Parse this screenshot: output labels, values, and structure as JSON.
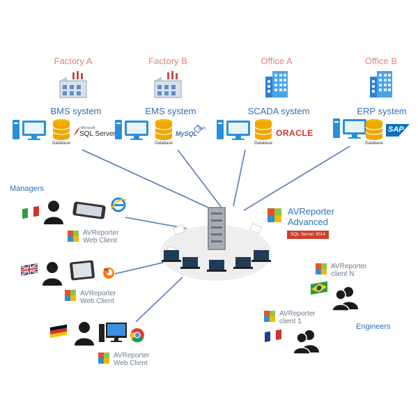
{
  "sites": [
    {
      "name": "Factory A",
      "system": "BMS system",
      "db_label": "Database",
      "brand": "SQL Server",
      "brand_sub": "Microsoft"
    },
    {
      "name": "Factory B",
      "system": "EMS system",
      "db_label": "Database",
      "brand": "MySQL",
      "brand_sub": "Sun"
    },
    {
      "name": "Office A",
      "system": "SCADA system",
      "db_label": "Database",
      "brand": "ORACLE"
    },
    {
      "name": "Office B",
      "system": "ERP system",
      "db_label": "Database",
      "brand": "SAP"
    }
  ],
  "center": {
    "product_line1": "AVReporter",
    "product_line2": "Advanced",
    "badge": "SQL Server 2014"
  },
  "managers": {
    "label": "Managers",
    "clients": [
      {
        "line1": "AVReporter",
        "line2": "Web Client"
      },
      {
        "line1": "AVReporter",
        "line2": "Web Client"
      },
      {
        "line1": "AVReporter",
        "line2": "Web Client"
      }
    ]
  },
  "engineers": {
    "label": "Engineers",
    "clients": [
      {
        "line1": "AVReporter",
        "line2": "client N"
      },
      {
        "line1": "AVReporter",
        "line2": "client 1"
      }
    ]
  },
  "colors": {
    "site_name": "#e0837c",
    "system_name": "#2f6fb8",
    "connector": "#4a6fb0",
    "oracle_red": "#d32f2f",
    "sap_blue": "#0a72c2"
  },
  "icons": [
    "factory-icon",
    "office-building-icon",
    "computer-icon",
    "database-icon",
    "server-icon",
    "laptop-icon",
    "user-icon",
    "smartphone-icon",
    "tablet-icon",
    "desktop-icon",
    "ie-icon",
    "firefox-icon",
    "chrome-icon",
    "flag-icon",
    "puzzle-icon"
  ]
}
